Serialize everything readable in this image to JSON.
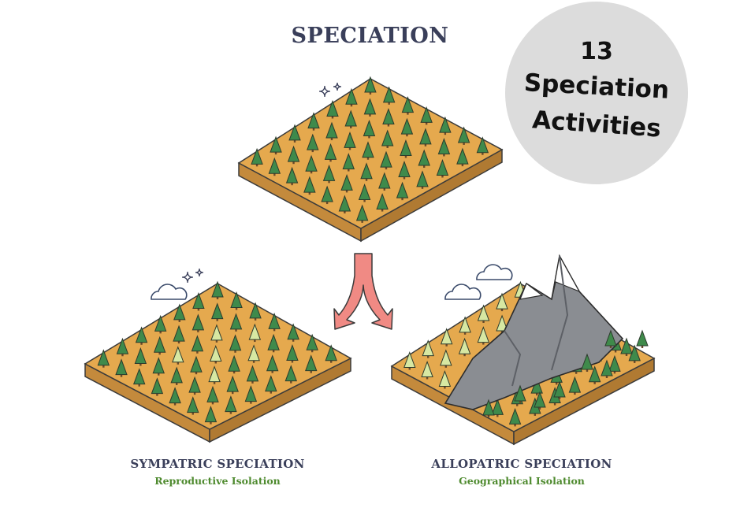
{
  "title": "SPECIATION",
  "badge": {
    "number": "13",
    "line1": "Speciation",
    "line2": "Activities",
    "color": "#dcdcdc"
  },
  "panels": {
    "sympatric": {
      "label": "SYMPATRIC SPECIATION",
      "sublabel": "Reproductive Isolation"
    },
    "allopatric": {
      "label": "ALLOPATRIC SPECIATION",
      "sublabel": "Geographical Isolation"
    }
  },
  "colors": {
    "ground_top": "#e5a94e",
    "ground_side": "#c48a3c",
    "tree_dark": "#3f8a4b",
    "tree_light": "#d7e8a2",
    "arrow": "#f08a84",
    "mountain": "#8a8d92",
    "text_dark": "#3a3f5a",
    "text_green": "#4e8a2e"
  }
}
